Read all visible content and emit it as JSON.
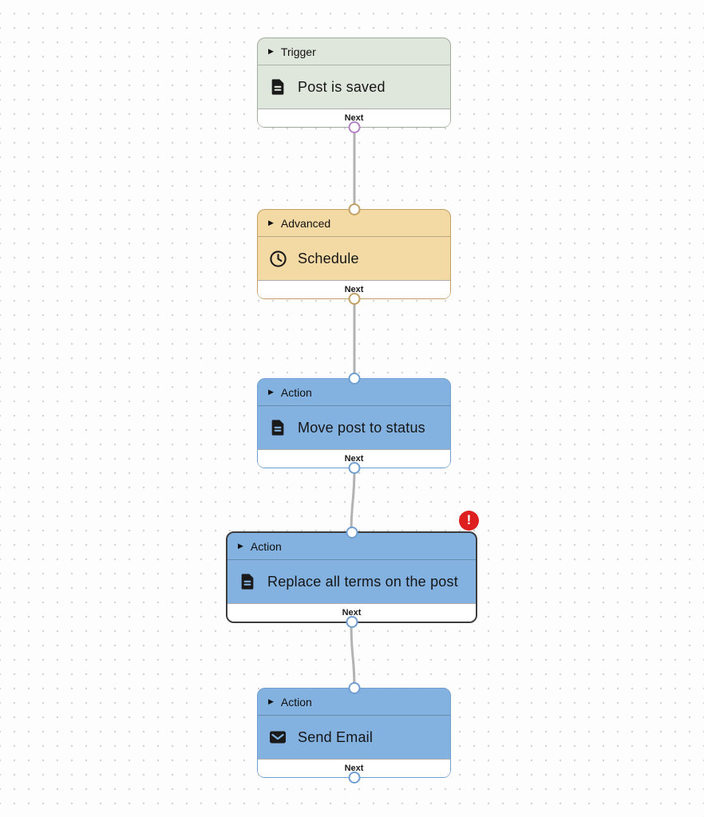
{
  "canvas": {
    "background_dot_color": "#d3d3d3",
    "connector_color": "#b2b2b2"
  },
  "colors": {
    "trigger_fill": "#dfe6db",
    "trigger_border": "#a2ab9e",
    "advanced_fill": "#f3d9a3",
    "advanced_border": "#c2a065",
    "action_fill": "#83b2e0",
    "action_border": "#6f9ed2",
    "selected_border": "#3d3d3d",
    "trigger_port": "#b283c4",
    "error_red": "#de1f1f",
    "port_fill": "#ffffff"
  },
  "collapse_arrow_glyph": "▶",
  "nodes": [
    {
      "category": "Trigger",
      "title": "Post is saved",
      "icon": "document-icon",
      "footer_label": "Next",
      "has_input_port": false,
      "has_output_port": true,
      "selected": false,
      "error": false
    },
    {
      "category": "Advanced",
      "title": "Schedule",
      "icon": "clock-icon",
      "footer_label": "Next",
      "has_input_port": true,
      "has_output_port": true,
      "selected": false,
      "error": false
    },
    {
      "category": "Action",
      "title": "Move post to status",
      "icon": "document-icon",
      "footer_label": "Next",
      "has_input_port": true,
      "has_output_port": true,
      "selected": false,
      "error": false
    },
    {
      "category": "Action",
      "title": "Replace all terms on the post",
      "icon": "document-icon",
      "footer_label": "Next",
      "has_input_port": true,
      "has_output_port": true,
      "selected": true,
      "error": true,
      "error_badge": "!"
    },
    {
      "category": "Action",
      "title": "Send Email",
      "icon": "envelope-icon",
      "footer_label": "Next",
      "has_input_port": true,
      "has_output_port": true,
      "selected": false,
      "error": false
    }
  ]
}
